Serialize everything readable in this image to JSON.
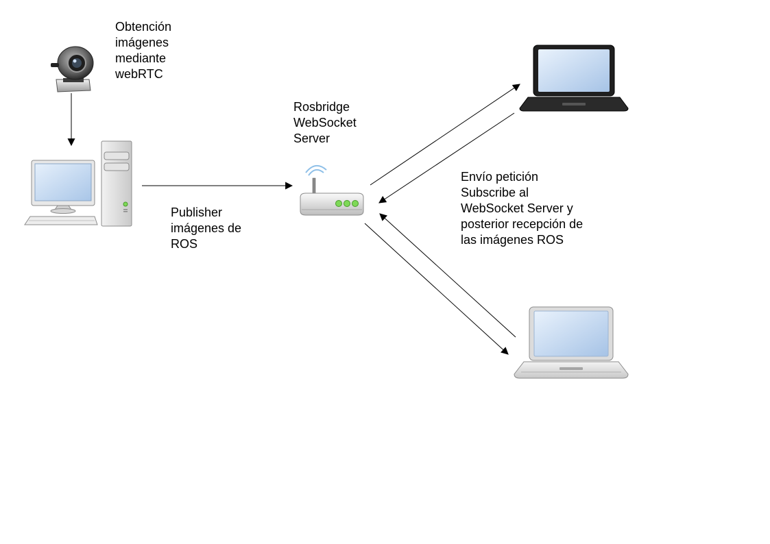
{
  "labels": {
    "webcam": "Obtención\nimágenes\nmediante\nwebRTC",
    "rosbridge": "Rosbridge\nWebSocket\nServer",
    "publisher": "Publisher\nimágenes de\nROS",
    "request": "Envío petición\nSubscribe al\nWebSocket Server y\nposterior recepción de\nlas imágenes ROS"
  },
  "icons": {
    "webcam": "webcam-icon",
    "desktop": "desktop-computer-icon",
    "router": "wifi-router-icon",
    "laptop_top": "laptop-icon",
    "laptop_bottom": "laptop-icon"
  },
  "colors": {
    "screen": "#c9dcf2",
    "router_led": "#7ed957",
    "case": "#e6e6e6",
    "arrow": "#000000"
  }
}
